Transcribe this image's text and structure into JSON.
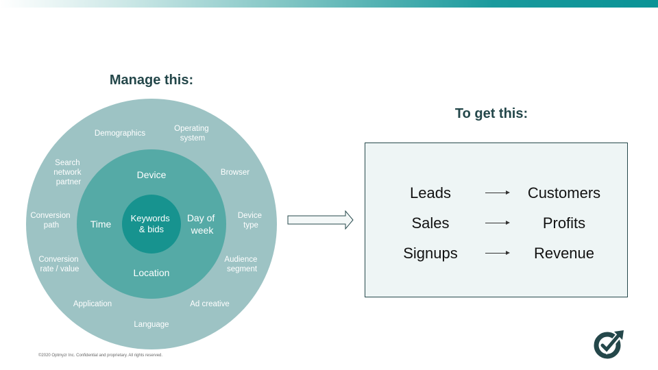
{
  "headings": {
    "manage": "Manage this:",
    "get": "To get this:"
  },
  "diagram": {
    "outer_ring": {
      "demographics": "Demographics",
      "operating_system": [
        "Operating",
        "system"
      ],
      "browser": "Browser",
      "device_type": [
        "Device",
        "type"
      ],
      "audience_segment": [
        "Audience",
        "segment"
      ],
      "ad_creative": "Ad creative",
      "language": "Language",
      "application": "Application",
      "conversion_rate": [
        "Conversion",
        "rate / value"
      ],
      "conversion_path": [
        "Conversion",
        "path"
      ],
      "search_network": [
        "Search",
        "network",
        "partner"
      ]
    },
    "inner_ring": {
      "device": "Device",
      "day_of_week": [
        "Day of",
        "week"
      ],
      "location": "Location",
      "time": "Time"
    },
    "core": [
      "Keywords",
      "& bids"
    ]
  },
  "results": [
    {
      "from": "Leads",
      "to": "Customers"
    },
    {
      "from": "Sales",
      "to": "Profits"
    },
    {
      "from": "Signups",
      "to": "Revenue"
    }
  ],
  "footer": "©2020 Optmyzr Inc. Confidential and proprietary. All rights reserved.",
  "colors": {
    "outer": "#9dc3c4",
    "inner": "#55aaa6",
    "core": "#17938f",
    "heading": "#24474a"
  },
  "icons": [
    "right-arrow-icon",
    "optmyzr-logo-icon"
  ]
}
